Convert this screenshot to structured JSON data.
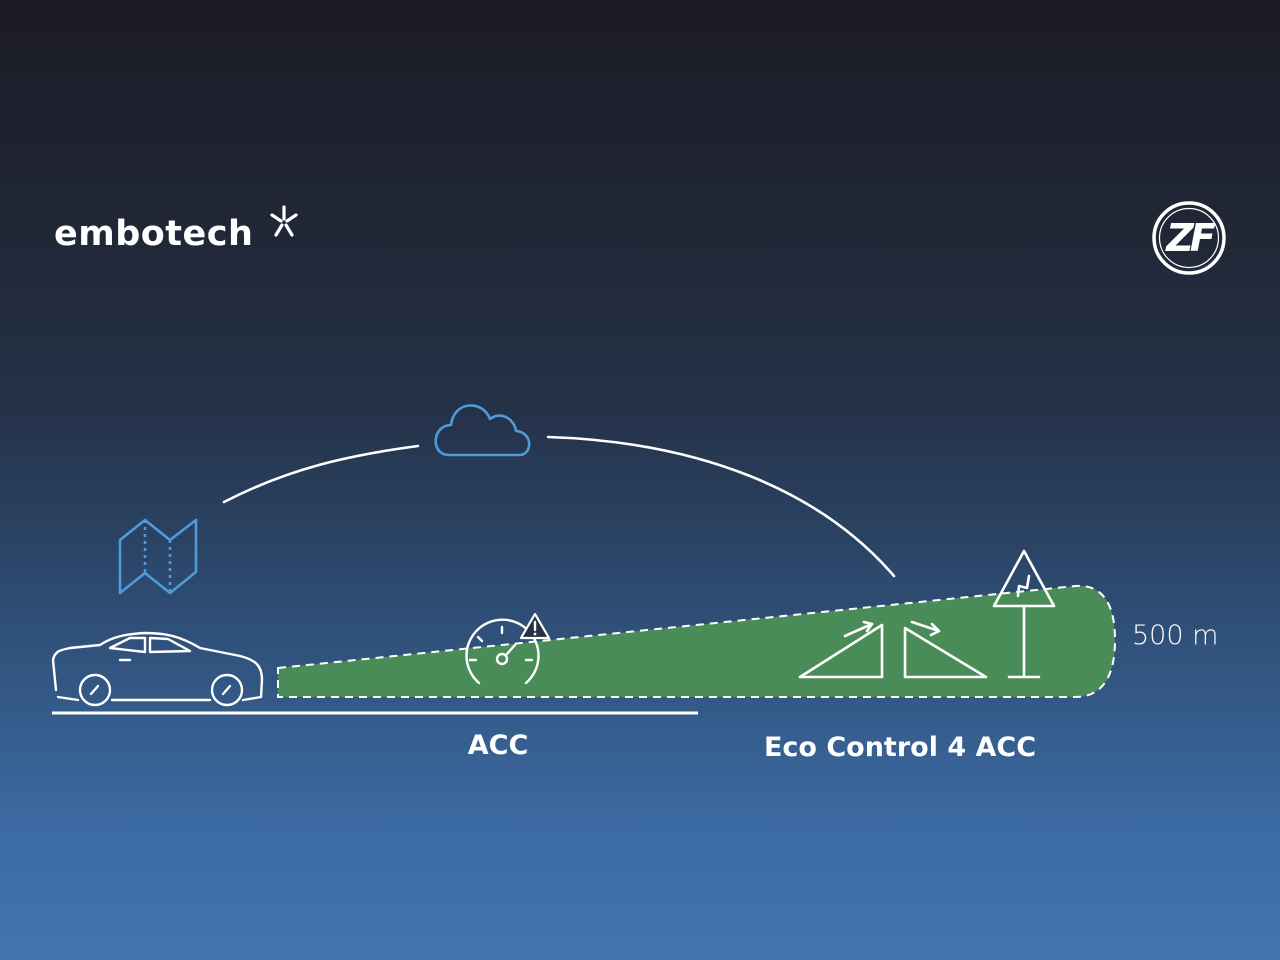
{
  "brand_left": {
    "name": "embotech",
    "mark": "asterisk-icon"
  },
  "brand_right": {
    "name": "ZF",
    "mark": "zf-logo"
  },
  "labels": {
    "acc": "ACC",
    "eco": "Eco Control 4 ACC",
    "distance": "500 m"
  },
  "colors": {
    "zone_fill": "#4a8c58",
    "accent_blue": "#4f9bd8",
    "line_white": "#ffffff"
  },
  "icons": [
    "car-icon",
    "map-icon",
    "cloud-icon",
    "speedometer-icon",
    "warning-icon",
    "uphill-slope-icon",
    "downhill-slope-icon",
    "curve-road-sign-icon"
  ]
}
